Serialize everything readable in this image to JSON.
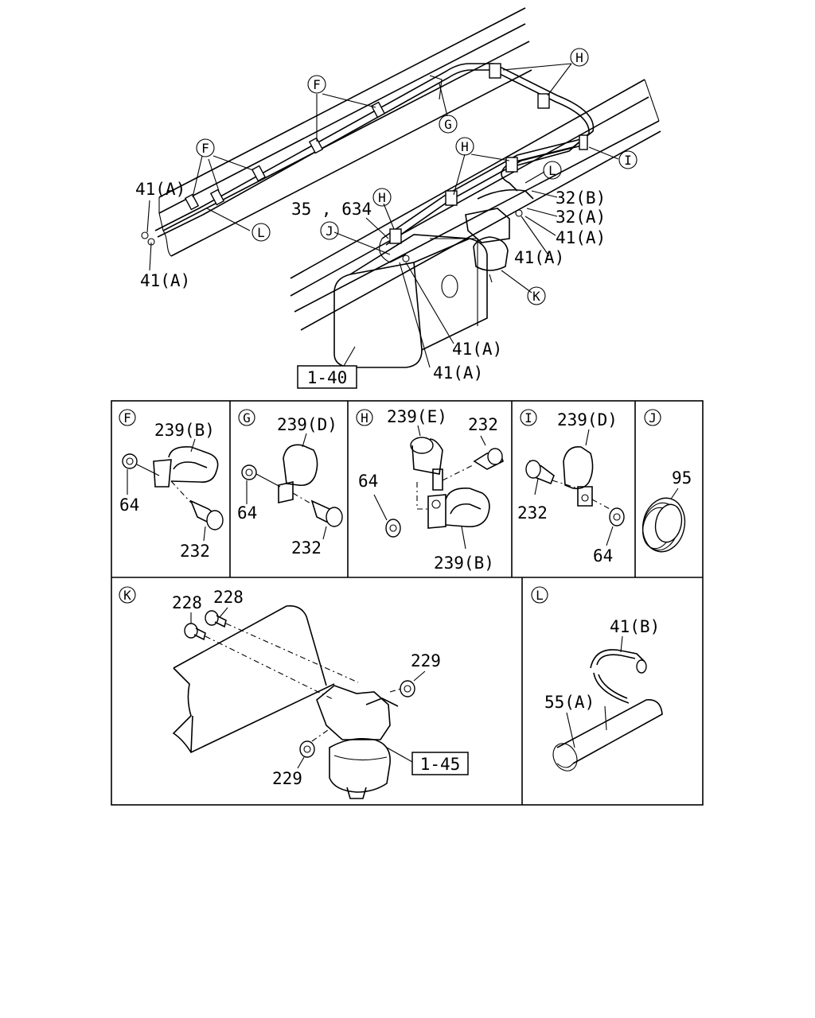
{
  "main_view": {
    "ref_tank": "1-40",
    "labels": {
      "clamp_41a_tl": "41(A)",
      "clamp_41a_bl": "41(A)",
      "part_35_634": "35 , 634",
      "part_32b": "32(B)",
      "part_32a": "32(A)",
      "clamp_41a_r1": "41(A)",
      "clamp_41a_r2": "41(A)",
      "clamp_41a_c1": "41(A)",
      "clamp_41a_c2": "41(A)"
    },
    "callouts": {
      "f1": "F",
      "f2": "F",
      "g": "G",
      "h1": "H",
      "h2": "H",
      "h3": "H",
      "i": "I",
      "j": "J",
      "k": "K",
      "l1": "L",
      "l2": "L"
    }
  },
  "detail_f": {
    "letter": "F",
    "clip": "239(B)",
    "nut": "64",
    "bolt": "232"
  },
  "detail_g": {
    "letter": "G",
    "clip": "239(D)",
    "nut": "64",
    "bolt": "232"
  },
  "detail_h": {
    "letter": "H",
    "clip_top": "239(E)",
    "bolt": "232",
    "nut": "64",
    "clip_bottom": "239(B)"
  },
  "detail_i": {
    "letter": "I",
    "clip": "239(D)",
    "bolt": "232",
    "nut": "64"
  },
  "detail_j": {
    "letter": "J",
    "grommet": "95"
  },
  "detail_k": {
    "letter": "K",
    "bolt_1": "228",
    "bolt_2": "228",
    "nut_1": "229",
    "nut_2": "229",
    "ref_filter": "1-45"
  },
  "detail_l": {
    "letter": "L",
    "band": "41(B)",
    "sleeve": "55(A)"
  }
}
